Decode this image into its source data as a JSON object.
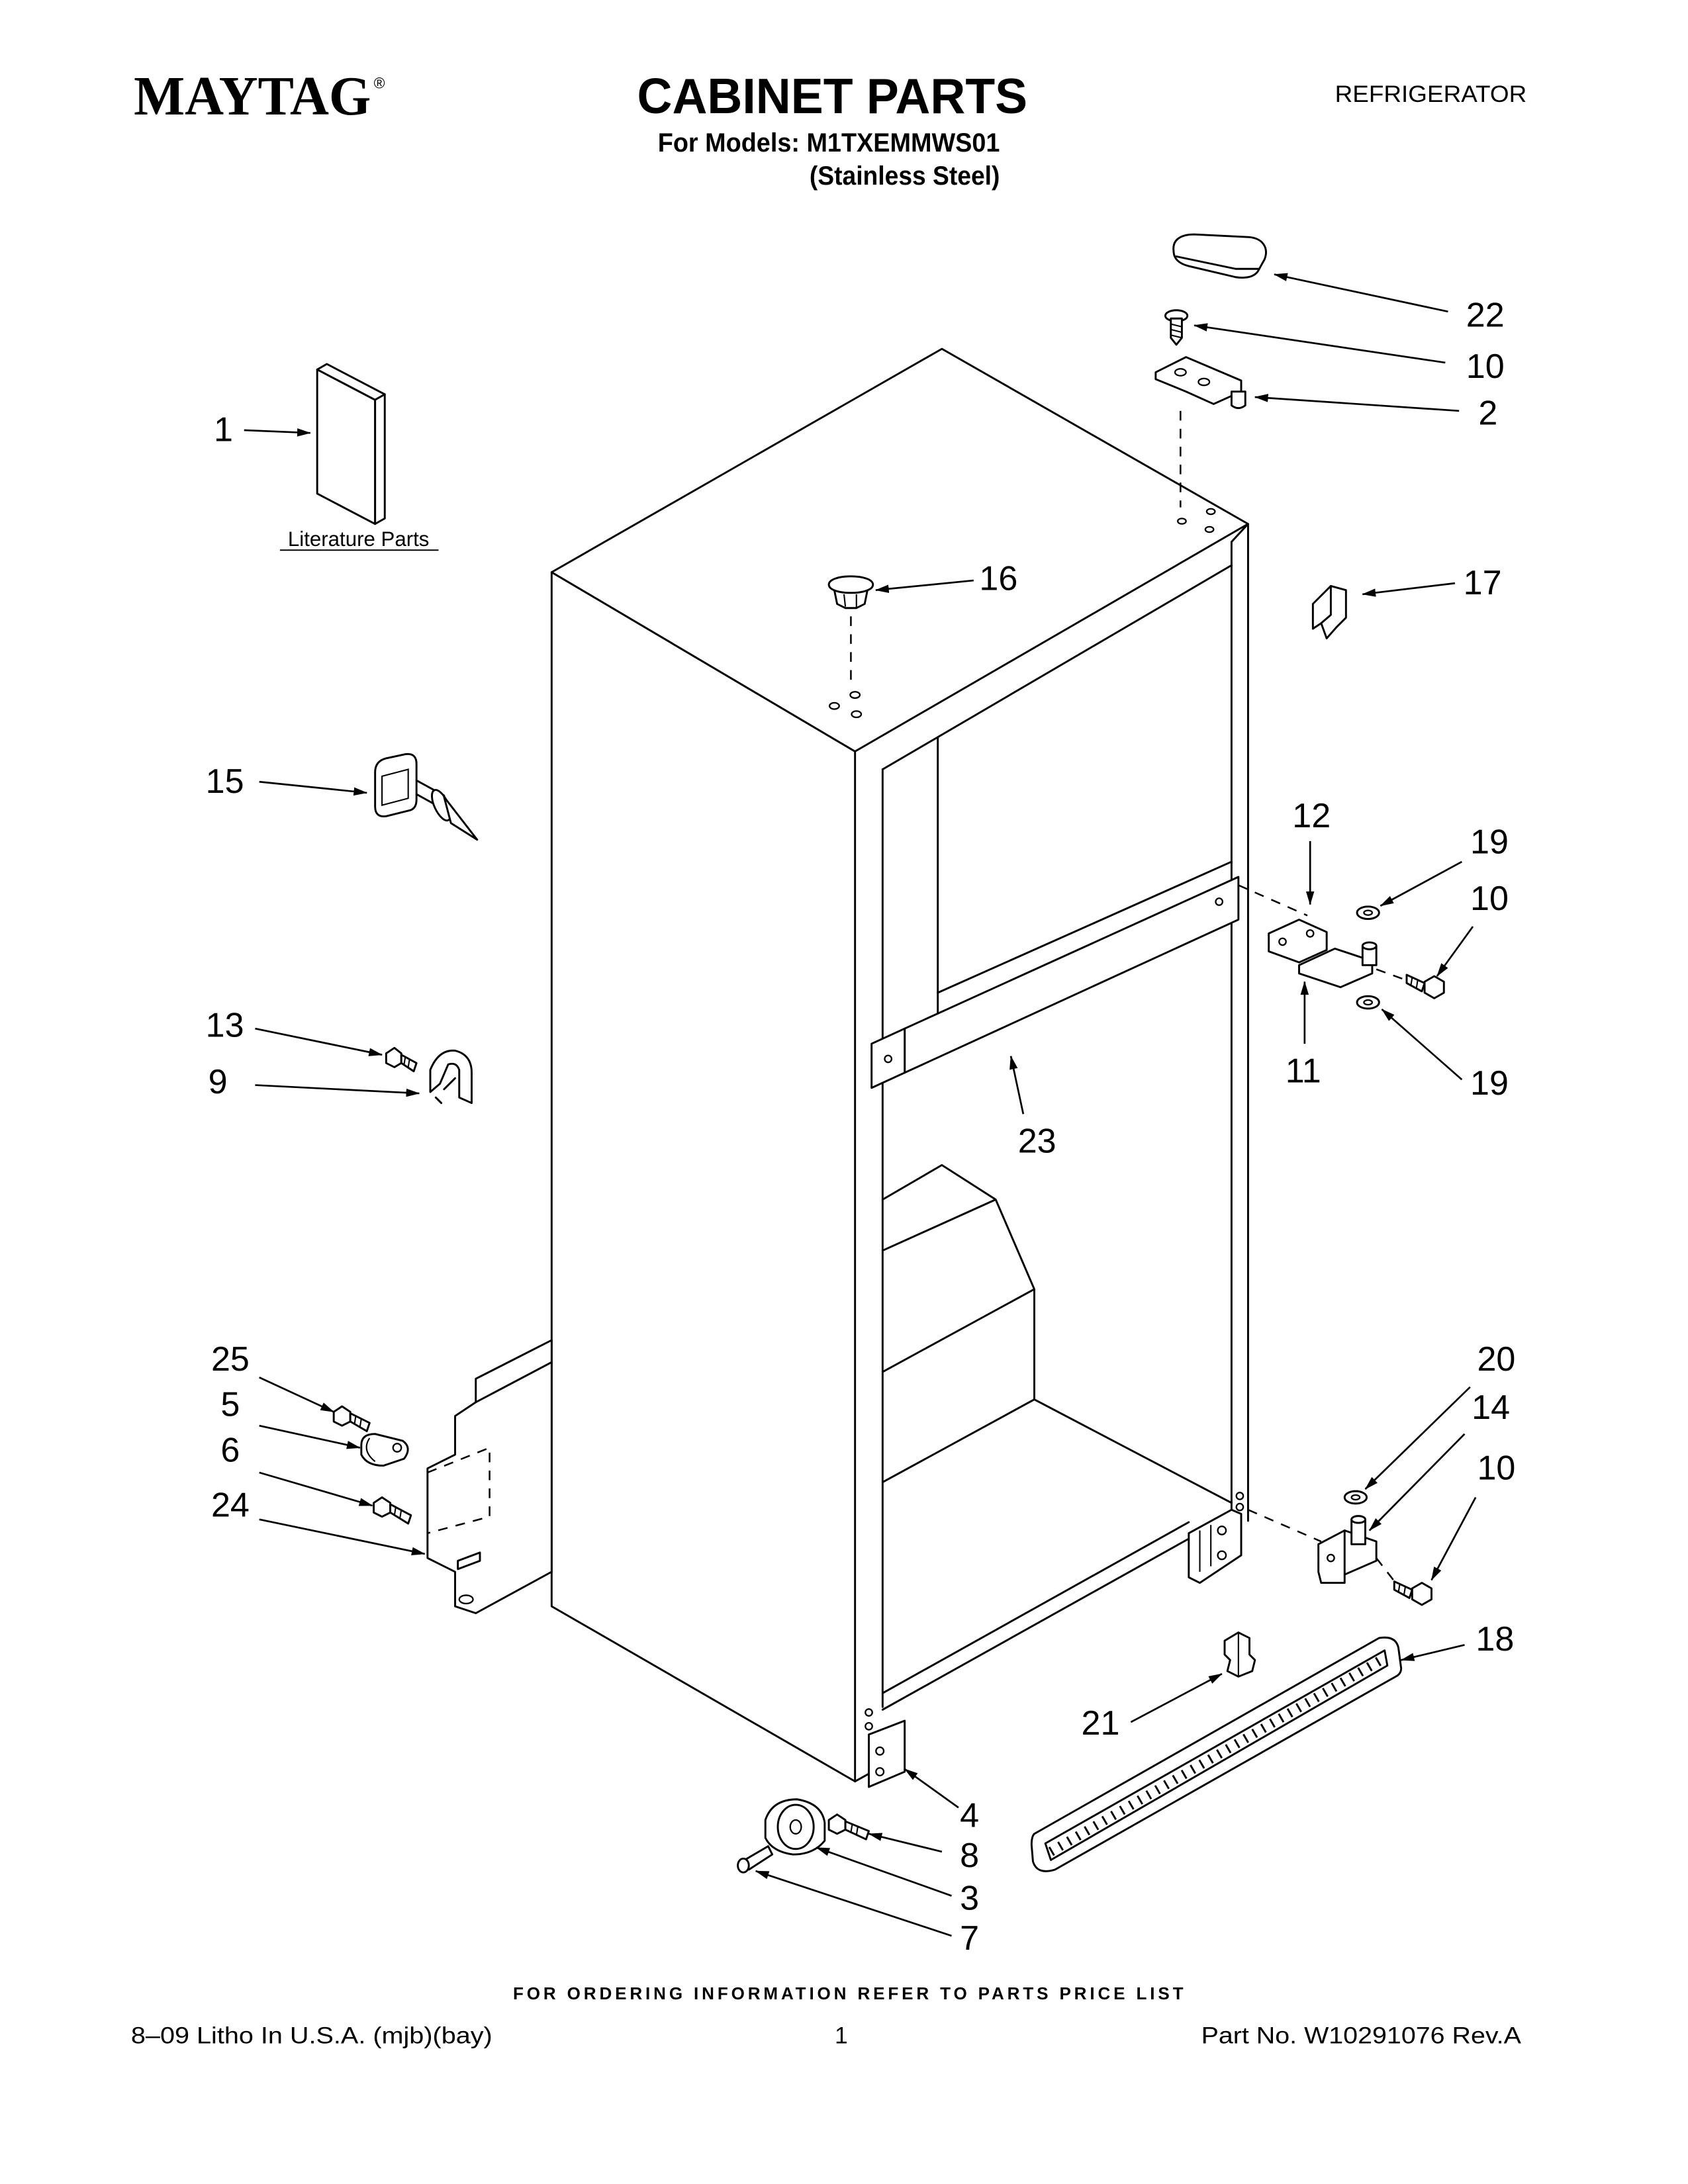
{
  "header": {
    "brand": "MAYTAG",
    "brand_mark": "®",
    "title": "CABINET PARTS",
    "models_line": "For Models: M1TXEMMWS01",
    "variant": "(Stainless Steel)",
    "category": "REFRIGERATOR"
  },
  "diagram": {
    "literature_label": "Literature Parts",
    "callouts": [
      "22",
      "10",
      "2",
      "1",
      "16",
      "17",
      "15",
      "12",
      "19",
      "10",
      "11",
      "19",
      "13",
      "9",
      "23",
      "25",
      "5",
      "6",
      "24",
      "20",
      "14",
      "10",
      "18",
      "21",
      "4",
      "8",
      "3",
      "7"
    ]
  },
  "footer": {
    "ordering_note": "FOR ORDERING INFORMATION REFER TO PARTS PRICE LIST",
    "print_info": "8–09 Litho In U.S.A. (mjb)(bay)",
    "page_number": "1",
    "part_number": "Part No. W10291076 Rev.A"
  }
}
